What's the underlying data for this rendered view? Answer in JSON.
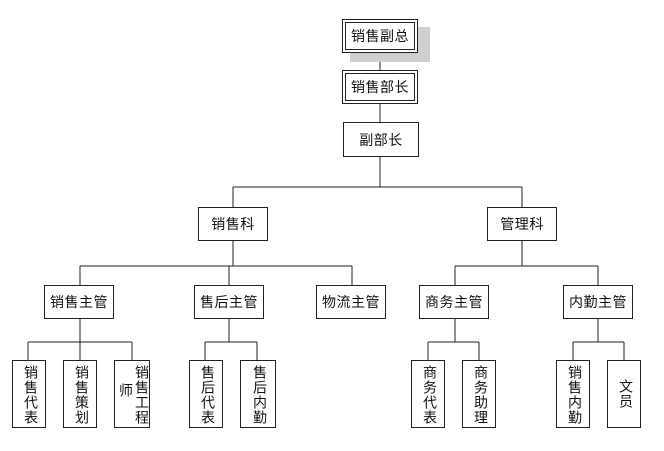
{
  "org": {
    "vp_sales": "销售副总",
    "sales_minister": "销售部长",
    "vice_minister": "副部长",
    "sales_dept": "销售科",
    "mgmt_dept": "管理科",
    "sales_supervisor": "销售主管",
    "aftersales_supervisor": "售后主管",
    "logistics_supervisor": "物流主管",
    "business_supervisor": "商务主管",
    "internal_supervisor": "内勤主管",
    "sales_rep": "销售代表",
    "sales_planning": "销售策划",
    "sales_engineer_a": "销售工程",
    "sales_engineer_b": "师",
    "aftersales_rep": "售后代表",
    "aftersales_internal": "售后内勤",
    "business_rep": "商务代表",
    "business_assistant": "商务助理",
    "sales_internal": "销售内勤",
    "clerk": "文员"
  }
}
